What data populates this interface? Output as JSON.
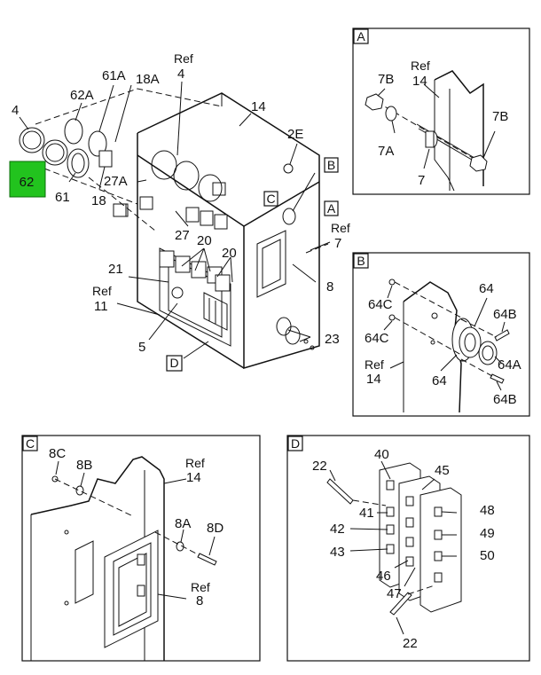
{
  "diagram": {
    "panels": {
      "A": {
        "letter": "A",
        "labels": {
          "ref14_a": "Ref",
          "ref14_b": "14",
          "p7B_left": "7B",
          "p7A": "7A",
          "p7": "7",
          "p7B_right": "7B"
        }
      },
      "B": {
        "letter": "B",
        "labels": {
          "p64C_top": "64C",
          "p64": "64",
          "p64B_top": "64B",
          "p64C_bot": "64C",
          "p64A": "64A",
          "ref14_a": "Ref",
          "ref14_b": "14",
          "p64_bot": "64",
          "p64B_bot": "64B"
        }
      },
      "C": {
        "letter": "C",
        "labels": {
          "p8C": "8C",
          "p8B": "8B",
          "ref14_a": "Ref",
          "ref14_b": "14",
          "p8A": "8A",
          "p8D": "8D",
          "ref8_a": "Ref",
          "ref8_b": "8"
        }
      },
      "D": {
        "letter": "D",
        "labels": {
          "p22_top": "22",
          "p40": "40",
          "p45": "45",
          "p41": "41",
          "p48": "48",
          "p42": "42",
          "p49": "49",
          "p43": "43",
          "p50": "50",
          "p46": "46",
          "p47": "47",
          "p22_bot": "22"
        }
      }
    },
    "main": {
      "labels": {
        "p4": "4",
        "p62A": "62A",
        "p61A": "61A",
        "p18A": "18A",
        "ref4_a": "Ref",
        "ref4_b": "4",
        "p14": "14",
        "p2E": "2E",
        "p62": "62",
        "p61": "61",
        "p18": "18",
        "p27A": "27A",
        "p27": "27",
        "p20_a": "20",
        "p20_b": "20",
        "p21": "21",
        "ref11_a": "Ref",
        "ref11_b": "11",
        "p5": "5",
        "p8": "8",
        "ref7_a": "Ref",
        "ref7_b": "7",
        "p23": "23"
      },
      "tags": {
        "tag_B": "B",
        "tag_C": "C",
        "tag_A": "A",
        "tag_D": "D"
      }
    },
    "highlight": {
      "label": "62",
      "color": "#22c31e"
    }
  }
}
